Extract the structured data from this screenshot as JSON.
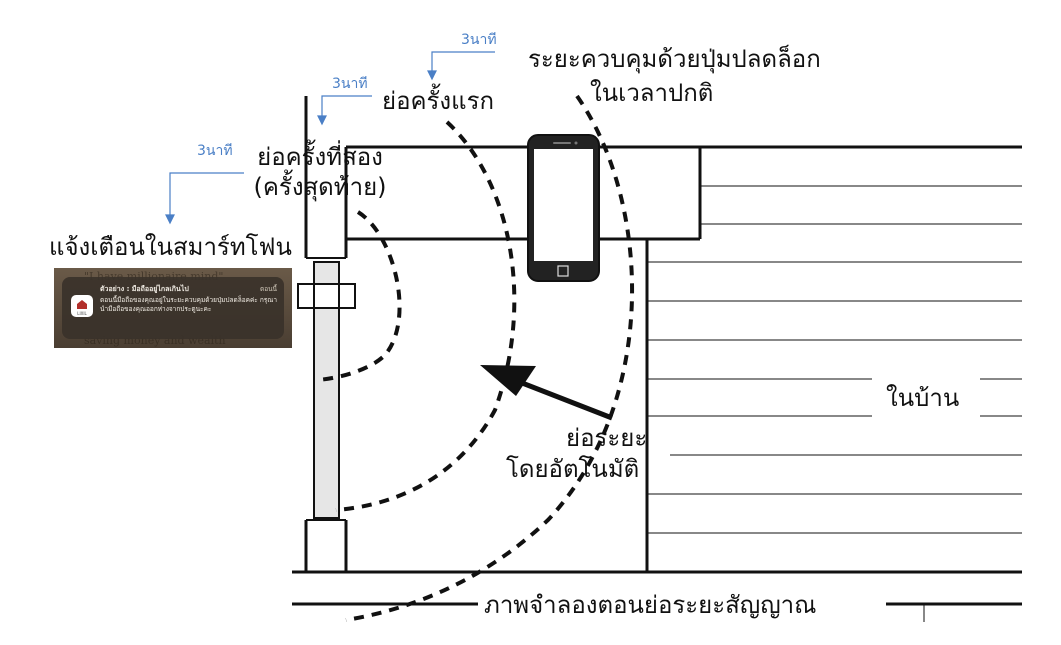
{
  "labels": {
    "normal_range_line1": "ระยะควบคุมด้วยปุ่มปลดล็อก",
    "normal_range_line2": "ในเวลาปกติ",
    "first_shrink": "ย่อครั้งแรก",
    "second_shrink_line1": "ย่อครั้งที่สอง",
    "second_shrink_line2": "(ครั้งสุดท้าย)",
    "smartphone_alert": "แจ้งเตือนในสมาร์ทโฟน",
    "auto_shrink_line1": "ย่อระยะ",
    "auto_shrink_line2": "โดยอัตโนมัติ",
    "inside_home": "ในบ้าน",
    "caption": "ภาพจำลองตอนย่อระยะสัญญาณ"
  },
  "timers": {
    "t1": "3นาที",
    "t2": "3นาที",
    "t3": "3นาที"
  },
  "notification": {
    "app_icon_text": "LIXIL",
    "title": "ตัวอย่าง : มือถืออยู่ไกลเกินไป",
    "time": "ตอนนี้",
    "body": "ตอนนี้มือถือของคุณอยู่ในระยะควบคุมด้วยปุ่มปลดล็อคค่ะ กรุณานำมือถือของคุณออกห่างจากประตูนะคะ",
    "background_text_1": "\"I have millionaire mind\"",
    "background_text_2": "saving money and wealth"
  },
  "colors": {
    "line": "#111111",
    "timer_blue": "#4a7fc6",
    "door_fill": "#e6e6e6"
  }
}
